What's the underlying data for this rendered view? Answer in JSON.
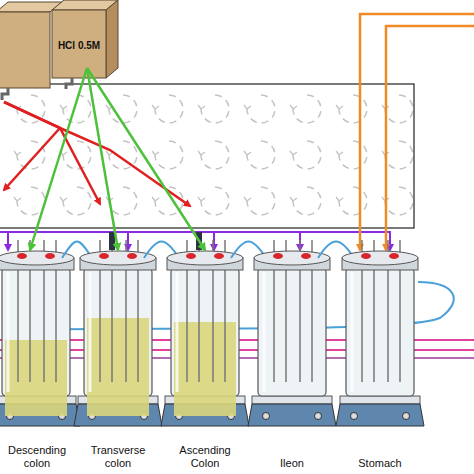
{
  "diagram": {
    "nodes": [
      {
        "text": [
          "HCl 0.5M"
        ]
      },
      {
        "text": [
          "Descending colon"
        ]
      },
      {
        "text": [
          "Transverse colon"
        ]
      },
      {
        "text": [
          "Ascending Colon"
        ]
      },
      {
        "text": [
          "Ileon"
        ]
      },
      {
        "text": [
          "Stomach"
        ]
      }
    ],
    "edges": [
      {
        "from": 0,
        "to": 1,
        "arrow": "to"
      },
      {
        "from": 0,
        "to": 2,
        "arrow": "to"
      },
      {
        "from": 0,
        "to": 3,
        "arrow": "to"
      }
    ]
  }
}
